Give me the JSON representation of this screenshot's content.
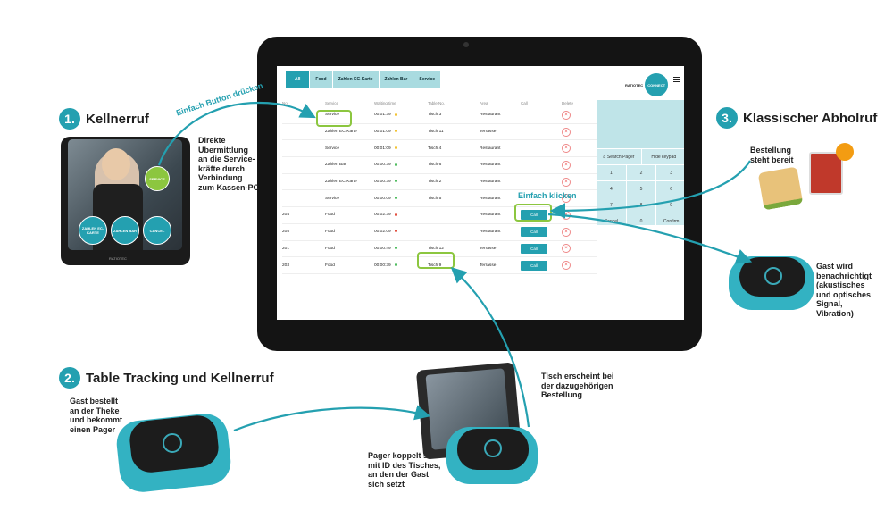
{
  "tablet": {
    "tabs": [
      "All",
      "Food",
      "Zahlen EC-Karte",
      "Zahlen Bar",
      "Service"
    ],
    "brand_text": "RATIOTEC",
    "brand_circle": "CONNECT",
    "columns": [
      "No.",
      "Service",
      "Waiting time",
      "Table No.",
      "Area",
      "Call",
      "Delete"
    ],
    "rows": [
      {
        "no": "",
        "service": "Service",
        "time": "00:01:39",
        "dot": "#f2c12e",
        "table": "Tisch 3",
        "area": "Restaurant",
        "call": false
      },
      {
        "no": "",
        "service": "Zahlen EC-Karte",
        "time": "00:01:09",
        "dot": "#f2c12e",
        "table": "Tisch 11",
        "area": "Terrasse",
        "call": false
      },
      {
        "no": "",
        "service": "Service",
        "time": "00:01:09",
        "dot": "#f2c12e",
        "table": "Tisch 4",
        "area": "Restaurant",
        "call": false
      },
      {
        "no": "",
        "service": "Zahlen Bar",
        "time": "00:00:39",
        "dot": "#4cbb5c",
        "table": "Tisch 6",
        "area": "Restaurant",
        "call": false
      },
      {
        "no": "",
        "service": "Zahlen EC-Karte",
        "time": "00:00:39",
        "dot": "#4cbb5c",
        "table": "Tisch 2",
        "area": "Restaurant",
        "call": false
      },
      {
        "no": "",
        "service": "Service",
        "time": "00:00:09",
        "dot": "#4cbb5c",
        "table": "Tisch 5",
        "area": "Restaurant",
        "call": false
      },
      {
        "no": "204",
        "service": "Food",
        "time": "00:02:39",
        "dot": "#e24b3b",
        "table": "",
        "area": "Restaurant",
        "call": true
      },
      {
        "no": "205",
        "service": "Food",
        "time": "00:02:09",
        "dot": "#e24b3b",
        "table": "",
        "area": "Restaurant",
        "call": true
      },
      {
        "no": "201",
        "service": "Food",
        "time": "00:00:49",
        "dot": "#4cbb5c",
        "table": "Tisch 12",
        "area": "Terrasse",
        "call": true
      },
      {
        "no": "203",
        "service": "Food",
        "time": "00:00:39",
        "dot": "#4cbb5c",
        "table": "Tisch 9",
        "area": "Terrasse",
        "call": true
      }
    ],
    "call_label": "Call",
    "keypad": {
      "search_pager": "Search Pager",
      "hide_keypad": "Hide keypad",
      "keys": [
        "1",
        "2",
        "3",
        "4",
        "5",
        "6",
        "7",
        "8",
        "9"
      ],
      "cancel": "Cancel",
      "zero": "0",
      "confirm": "Confirm"
    }
  },
  "annotations": {
    "einfach_klicken": "Einfach klicken",
    "einfach_button": "Einfach Button drücken"
  },
  "section1": {
    "number": "1.",
    "title": "Kellnerruf",
    "text": "Direkte\nÜbermittlung\nan die Service-\nkräfte durch\nVerbindung\nzum Kassen-PC",
    "device_buttons": [
      "SERVICE",
      "ZAHLEN EC-KARTE",
      "ZAHLEN BAR",
      "CANCEL"
    ],
    "device_brand": "RATIOTEC"
  },
  "section2": {
    "number": "2.",
    "title": "Table Tracking und Kellnerruf",
    "text_left": "Gast bestellt\nan der Theke\nund bekommt\neinen Pager",
    "text_bottom": "Pager koppelt sich\nmit ID des Tisches,\nan den der Gast\nsich setzt",
    "text_right": "Tisch erscheint bei\nder dazugehörigen\nBestellung"
  },
  "section3": {
    "number": "3.",
    "title": "Klassischer Abholruf",
    "text_top": "Bestellung\nsteht bereit",
    "text_right": "Gast wird\nbenachrichtigt\n(akustisches\nund optisches\nSignal,\nVibration)"
  },
  "colors": {
    "teal": "#24a0b0",
    "green": "#8cc63f",
    "dark": "#141414"
  }
}
